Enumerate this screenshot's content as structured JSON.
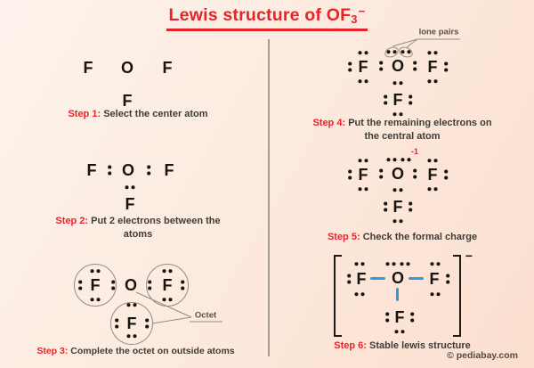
{
  "title": {
    "text": "Lewis structure of OF",
    "subscript": "3",
    "superscript": "−"
  },
  "atoms": {
    "F": "F",
    "O": "O"
  },
  "annotations": {
    "lone_pairs": "lone pairs",
    "octet": "Octet",
    "formal_charge": "-1",
    "ion_charge": "−"
  },
  "steps": [
    {
      "label": "Step 1:",
      "text": "Select the center atom"
    },
    {
      "label": "Step 2:",
      "text": "Put 2 electrons between the atoms"
    },
    {
      "label": "Step 3:",
      "text": "Complete the octet on outside atoms"
    },
    {
      "label": "Step 4:",
      "text": "Put the remaining electrons on the central atom"
    },
    {
      "label": "Step 5:",
      "text": "Check the formal charge"
    },
    {
      "label": "Step 6:",
      "text": "Stable lewis structure"
    }
  ],
  "footer": {
    "copyright": "© pediabay.com"
  },
  "colors": {
    "accent_red": "#e8232a",
    "bond_blue": "#2d9cdb",
    "text_dark": "#3f3b37",
    "background": "#fcebdf"
  }
}
